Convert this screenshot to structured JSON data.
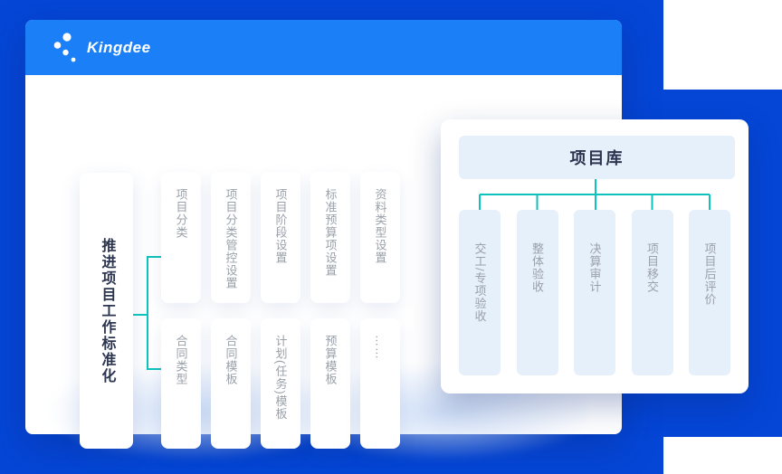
{
  "header": {
    "brand": "Kingdee"
  },
  "colors": {
    "deco_blue": "#0546d6",
    "header_blue": "#1b80f8",
    "teal": "#0ec2bd",
    "card_blue": "#e6f0fb",
    "navy": "#2c3550",
    "gray": "#9ba1aa"
  },
  "left_group": {
    "title": "推进项目工作标准化",
    "row1": [
      "项目分类",
      "项目分类管控设置",
      "项目阶段设置",
      "标准预算项设置",
      "资料类型设置"
    ],
    "row2": [
      "合同类型",
      "合同模板",
      "计划(任务)模板",
      "预算模板",
      "……"
    ]
  },
  "right_group": {
    "title": "项目库",
    "cards": [
      "交工/专项验收",
      "整体验收",
      "决算审计",
      "项目移交",
      "项目后评价"
    ]
  }
}
